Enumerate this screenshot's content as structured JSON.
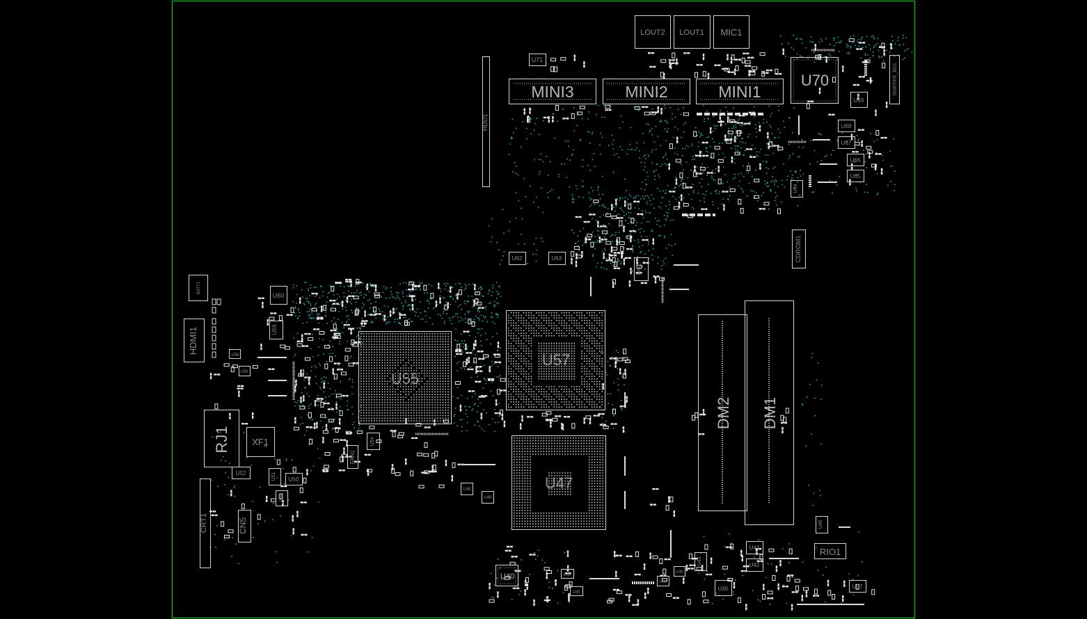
{
  "board": {
    "outline_color": "#1fa01f",
    "silk_color": "#d4d4d4",
    "label_color": "#8a8a8a",
    "via_color": "#2aa7a7"
  },
  "components": {
    "LOUT2": "LOUT2",
    "LOUT1": "LOUT1",
    "MIC1": "MIC1",
    "MINI3": "MINI3",
    "MINI2": "MINI2",
    "MINI1": "MINI1",
    "U70": "U70",
    "U71": "U71",
    "HDD1": "HDD1",
    "SNIFFER_BD1": "SNIFFER_BD1",
    "U69": "U69",
    "U68": "U68",
    "U67": "U67",
    "U66": "U66",
    "U65": "U65",
    "U64": "U64",
    "CDROM1": "CDROM1",
    "U62": "U62",
    "U63": "U63",
    "U61": "U61",
    "BATTERY": "BATT1",
    "U60": "U60",
    "U59": "U59",
    "HDMI1": "HDMI1",
    "U58": "U58",
    "U56": "U56",
    "U55": "U55",
    "U57": "U57",
    "DM2": "DM2",
    "DM1": "DM1",
    "RJ1": "RJ1",
    "XF1": "XF1",
    "U54": "U54",
    "FAN1": "FAN1",
    "U52": "U52",
    "U51": "U51",
    "U50": "U50",
    "U47": "U47",
    "U48": "U48",
    "U49": "U49",
    "U53": "U53",
    "CRT1": "CRT1",
    "CN5": "CN5",
    "U45": "U45",
    "RIO1": "RIO1",
    "U44": "U44",
    "U43": "U43",
    "U42": "U42",
    "U40": "U40",
    "U41": "U41",
    "U38": "U38",
    "U39": "U39",
    "U36": "U36",
    "U37": "U37",
    "U35": "U35"
  }
}
